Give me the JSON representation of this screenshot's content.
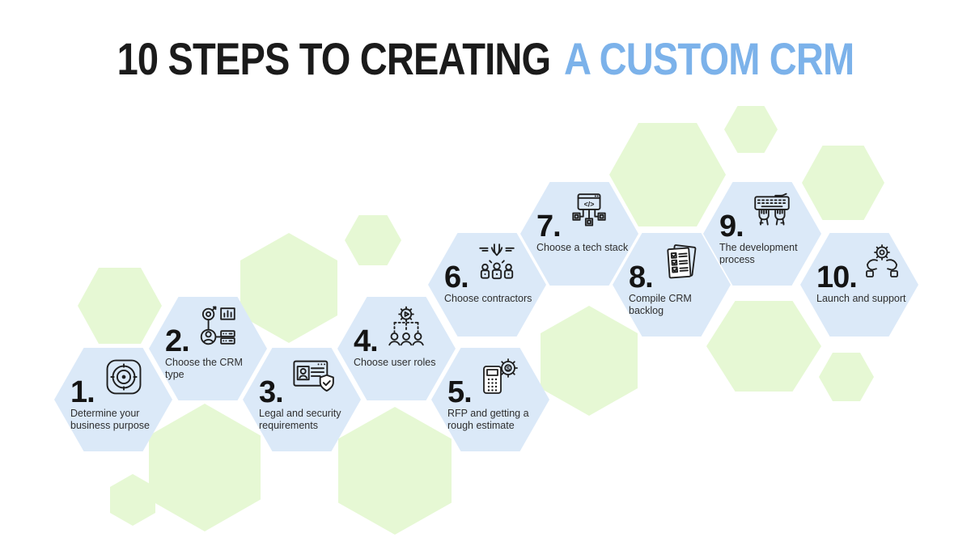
{
  "title": {
    "part_black": "10 STEPS TO CREATING",
    "part_blue": "A CUSTOM CRM"
  },
  "colors": {
    "title_accent_blue": "#7cb2ea",
    "step_hexagon_fill": "#dbe9f8",
    "decor_hexagon_fill": "#e6f8d4",
    "icon_line": "#1f1f1f",
    "number_text": "#141414",
    "label_text": "#2e2e2e"
  },
  "steps": [
    {
      "number": "1.",
      "label": "Determine your business purpose",
      "icon": "target-icon"
    },
    {
      "number": "2.",
      "label": "Choose the CRM type",
      "icon": "crm-type-icon"
    },
    {
      "number": "3.",
      "label": "Legal and security requirements",
      "icon": "legal-security-icon"
    },
    {
      "number": "4.",
      "label": "Choose user roles",
      "icon": "user-roles-icon"
    },
    {
      "number": "5.",
      "label": "RFP and getting a rough estimate",
      "icon": "estimate-calculator-icon"
    },
    {
      "number": "6.",
      "label": "Choose contractors",
      "icon": "hand-picking-contractors-icon"
    },
    {
      "number": "7.",
      "label": "Choose a tech stack",
      "icon": "code-window-stack-icon"
    },
    {
      "number": "8.",
      "label": "Compile CRM backlog",
      "icon": "checklist-icon"
    },
    {
      "number": "9.",
      "label": "The development process",
      "icon": "keyboard-typing-icon"
    },
    {
      "number": "10.",
      "label": "Launch and support",
      "icon": "hands-holding-gear-icon"
    }
  ]
}
